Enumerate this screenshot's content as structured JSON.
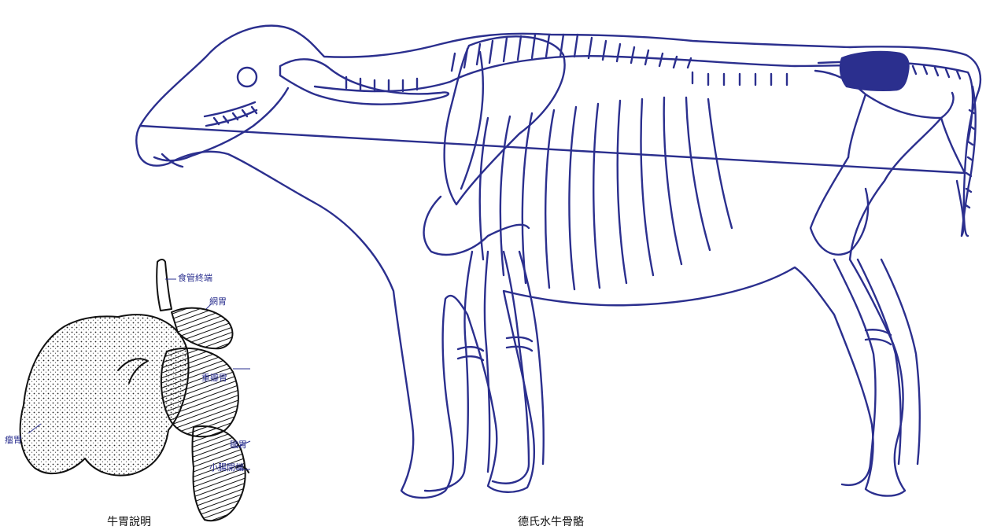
{
  "figures": {
    "skeleton": {
      "caption": "德氏水牛骨骼",
      "line_color": "#2b2f8e",
      "highlight_color": "#2b2f8e"
    },
    "stomach": {
      "caption": "牛胃說明",
      "label_color": "#2a2f8f",
      "labels": {
        "esophagus_end": "食管終端",
        "reticulum": "網胃",
        "omasum": "重瓣胃",
        "rumen": "瘤胃",
        "abomasum": "皺胃",
        "small_intestine_start": "小腸開端"
      }
    }
  }
}
